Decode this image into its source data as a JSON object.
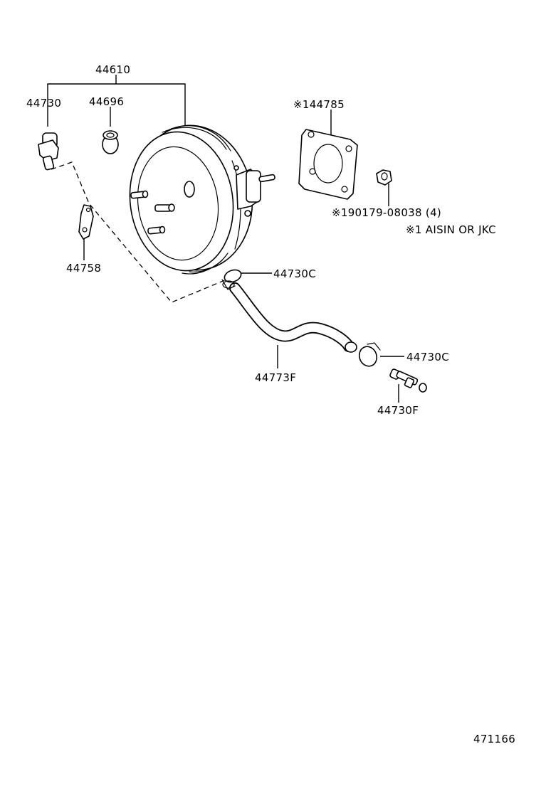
{
  "diagram": {
    "labels": {
      "booster_assy": "44610",
      "check_valve": "44730",
      "grommet": "44696",
      "gasket": "※144785",
      "nut": "※190179-08038 (4)",
      "note": "※1 AISIN OR JKC",
      "bracket": "44758",
      "clip_upper": "44730C",
      "hose": "44773F",
      "clip_lower": "44730C",
      "union": "44730F"
    },
    "diagram_number": "471166"
  }
}
